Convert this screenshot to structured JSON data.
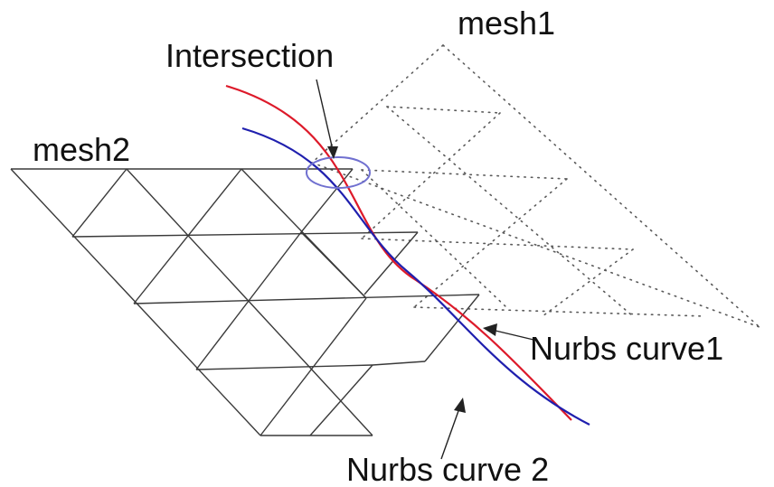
{
  "labels": {
    "mesh1": "mesh1",
    "mesh2": "mesh2",
    "intersection": "Intersection",
    "curve1": "Nurbs curve1",
    "curve2": "Nurbs curve 2"
  },
  "colors": {
    "curve1": "#dd1a2a",
    "curve2": "#1f1fae",
    "intersection_ellipse": "#7070d0",
    "mesh_solid": "#3a3a3a",
    "mesh_dotted": "#5a5a5a"
  }
}
